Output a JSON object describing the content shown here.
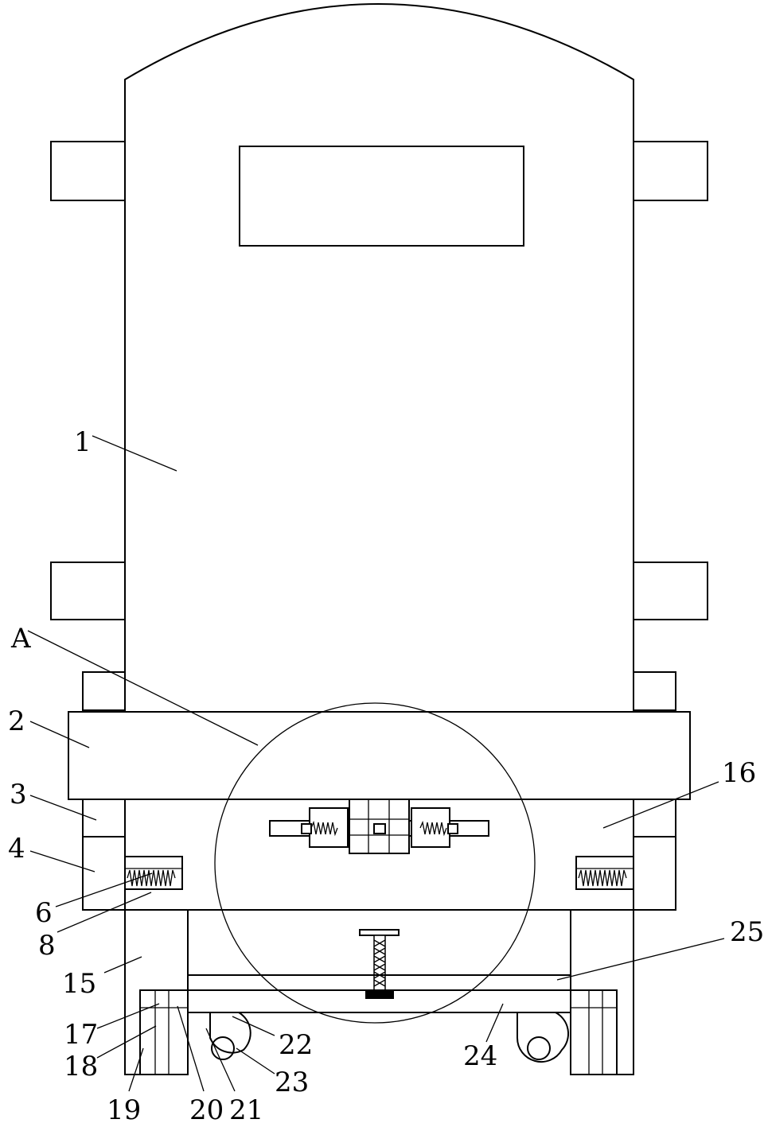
{
  "labels": {
    "l1": "1",
    "lA": "A",
    "l2": "2",
    "l3": "3",
    "l4": "4",
    "l6": "6",
    "l8": "8",
    "l15": "15",
    "l16": "16",
    "l25": "25",
    "l17": "17",
    "l18": "18",
    "l19": "19",
    "l20": "20",
    "l21": "21",
    "l22": "22",
    "l23": "23",
    "l24": "24"
  },
  "colors": {
    "line": "#000000",
    "background": "#ffffff"
  }
}
